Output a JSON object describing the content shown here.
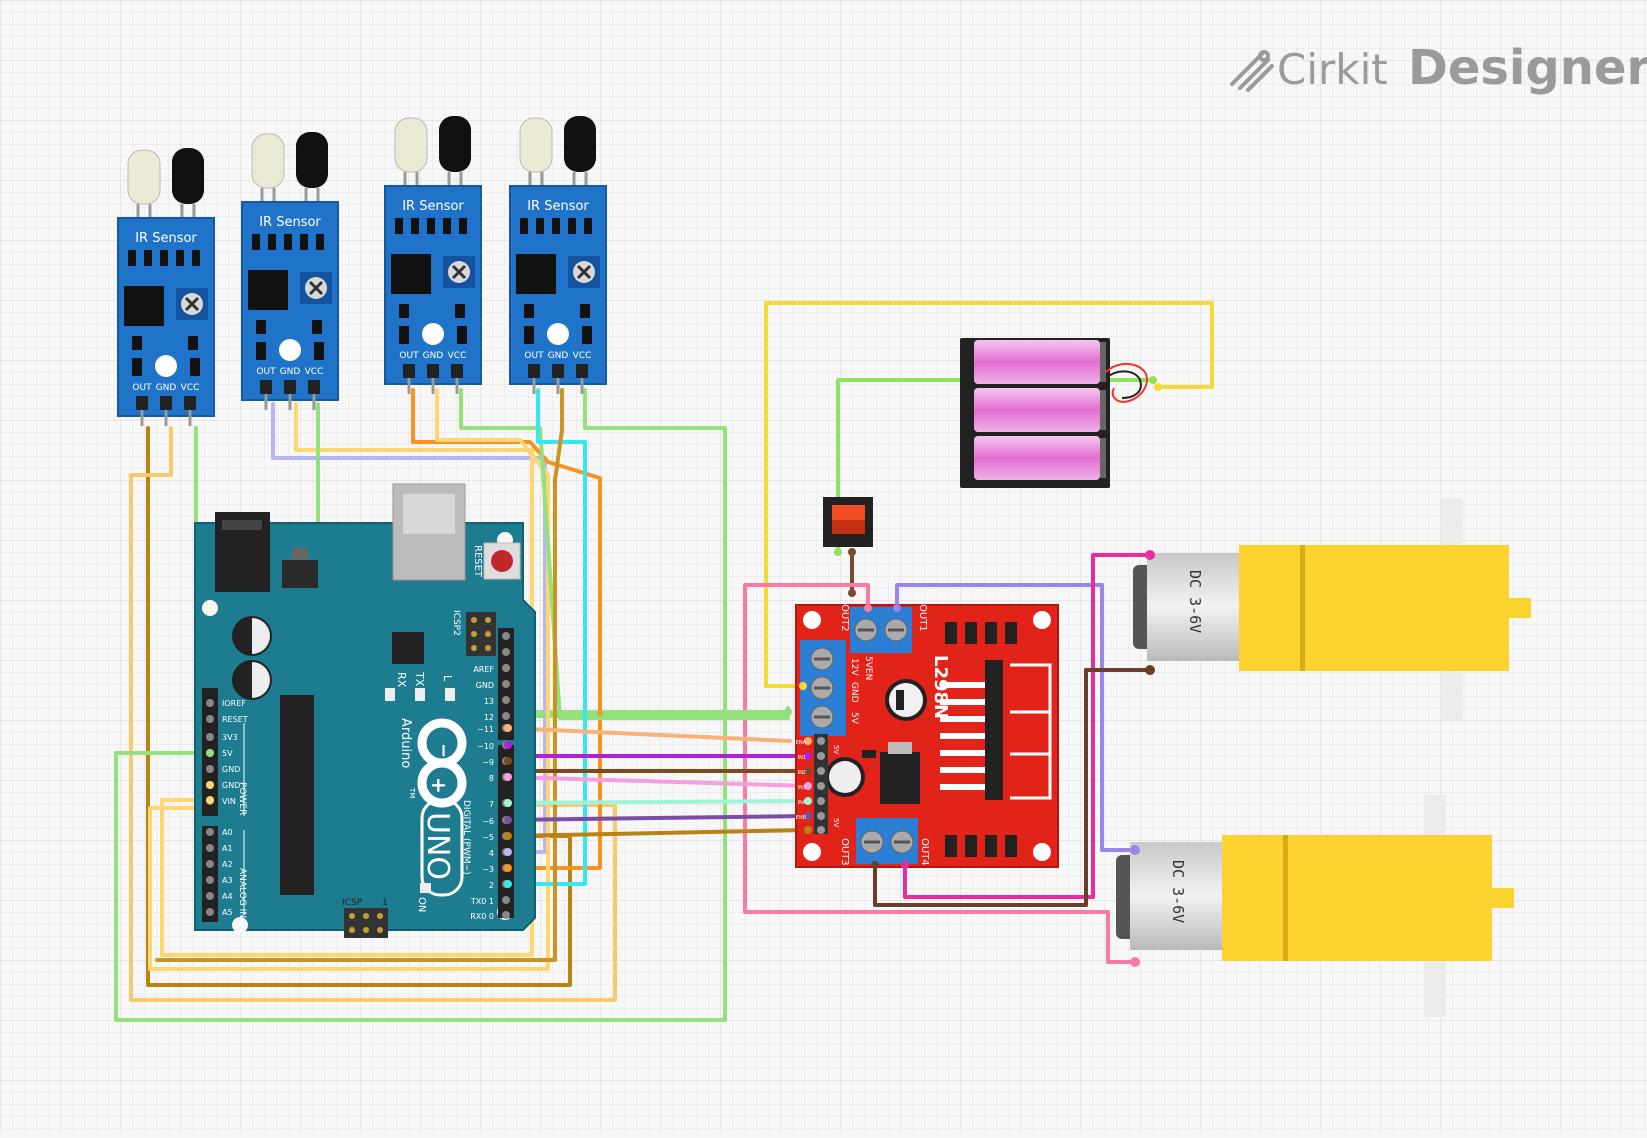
{
  "brand": {
    "name_part1": "Cirkit",
    "name_part2": "Designer"
  },
  "ir_sensor": {
    "title": "IR Sensor",
    "pins": [
      "OUT",
      "GND",
      "VCC"
    ]
  },
  "arduino": {
    "reset_label": "RESET",
    "icsp2_label": "ICSP2",
    "rx_label": "RX",
    "tx_label": "TX",
    "l_label": "L",
    "top_pins": [
      "AREF",
      "GND",
      "13",
      "12"
    ],
    "digital_pins": [
      "~11",
      "~10",
      "~9",
      "8",
      "7",
      "~6",
      "~5",
      "4",
      "~3",
      "2",
      "TX0 1",
      "RX0 0"
    ],
    "power_pins": [
      "IOREF",
      "RESET",
      "3V3",
      "5V",
      "GND",
      "GND",
      "VIN"
    ],
    "analog_pins": [
      "A0",
      "A1",
      "A2",
      "A3",
      "A4",
      "A5"
    ],
    "power_label": "POWER",
    "analog_label": "ANALOG IN",
    "digital_label": "DIGITAL (PWM~)",
    "icsp_label": "ICSP",
    "icsp_one": "1",
    "on_label": "ON",
    "uno_label": "UNO",
    "arduino_label": "Arduino",
    "tm": "TM"
  },
  "l298n": {
    "chip_label": "L298N",
    "out1": "OUT1",
    "out2": "OUT2",
    "out3": "OUT3",
    "out4": "OUT4",
    "power_labels": [
      "12V",
      "GND",
      "5V"
    ],
    "en_label": "5VEN",
    "in_labels": [
      "ENA",
      "IN1",
      "IN2",
      "IN3",
      "IN4",
      "ENB"
    ],
    "five_v_a": "5V",
    "five_v_b": "5V"
  },
  "motors": [
    {
      "label": "DC 3-6V"
    },
    {
      "label": "DC 3-6V"
    }
  ],
  "colors": {
    "grid_line": "#e2e2e2",
    "grid_major": "#d2d2d2",
    "sensor_blue": "#1f73c8",
    "arduino_teal": "#1b7a8c",
    "l298n_red": "#e2231a",
    "motor_yellow": "#fcd22e",
    "battery_pink": "#e878d8",
    "switch_red": "#f04e23"
  }
}
